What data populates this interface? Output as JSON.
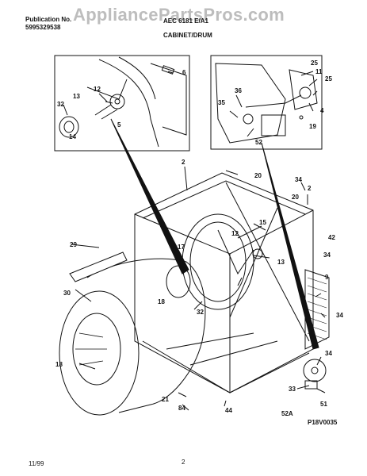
{
  "header": {
    "publication_label": "Publication No.",
    "publication_number": "5995329538",
    "model": "AEC 6181 E/A1",
    "section_title": "CABINET/DRUM"
  },
  "watermark": "AppliancePartsPros.com",
  "diagram_code": "P18V0035",
  "footer": {
    "date": "11/99",
    "page": "2"
  },
  "callouts": {
    "c2a": "2",
    "c2b": "2",
    "c4": "4",
    "c5": "5",
    "c6": "6",
    "c9": "9",
    "c11": "11",
    "c12a": "12",
    "c12b": "12",
    "c13a": "13",
    "c13b": "13",
    "c14": "14",
    "c15": "15",
    "c17": "17",
    "c18a": "18",
    "c18b": "18",
    "c19": "19",
    "c20a": "20",
    "c20b": "20",
    "c21": "21",
    "c25a": "25",
    "c25b": "25",
    "c29": "29",
    "c30": "30",
    "c32a": "32",
    "c32b": "32",
    "c33": "33",
    "c34a": "34",
    "c34b": "34",
    "c34c": "34",
    "c34d": "34",
    "c35": "35",
    "c36": "36",
    "c42": "42",
    "c44": "44",
    "c51": "51",
    "c52": "52",
    "c52a": "52A",
    "c84": "84"
  }
}
